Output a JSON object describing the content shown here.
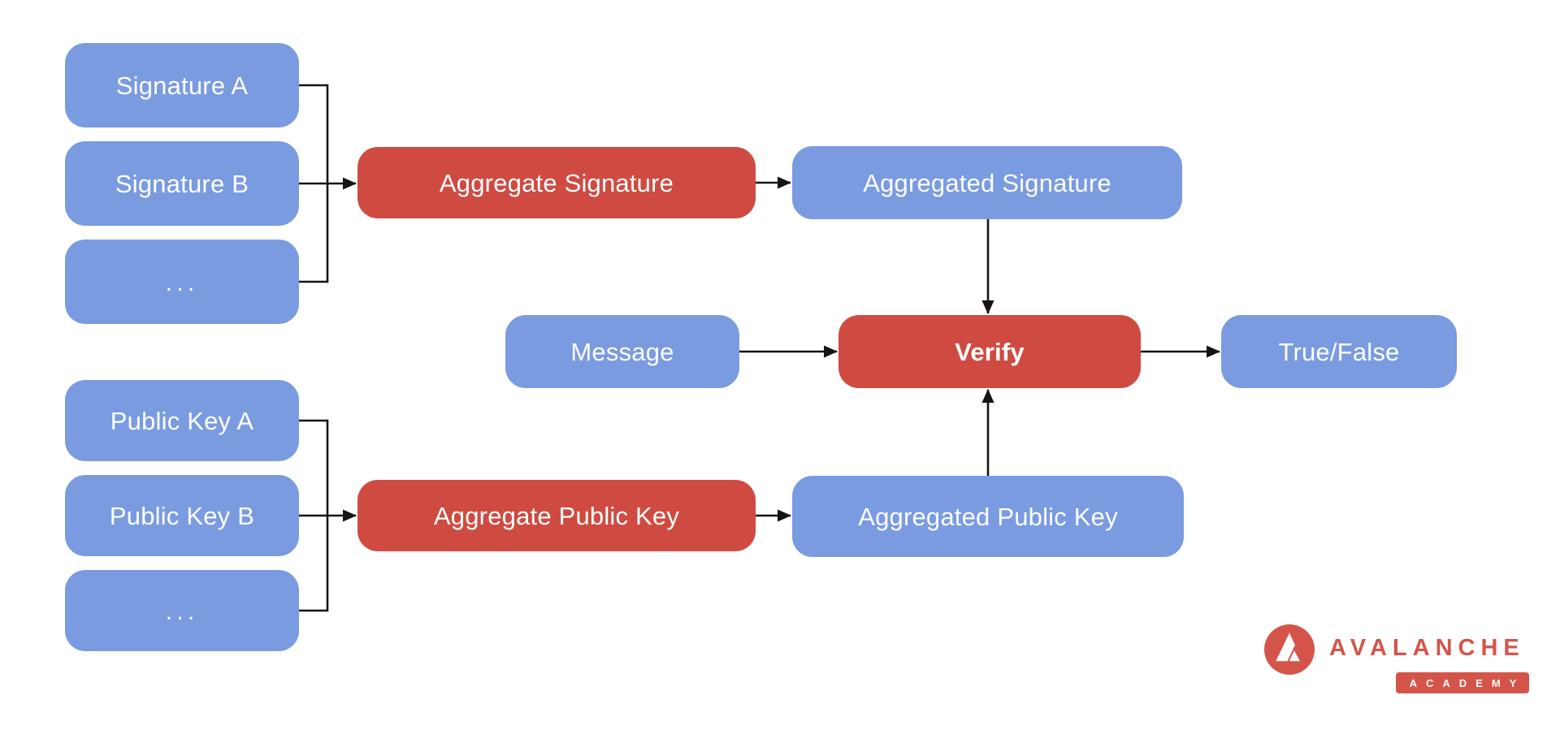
{
  "diagram": {
    "title_semantic": "BLS signature aggregation and verification flow",
    "colors": {
      "node_blue": "#7A9BE0",
      "node_red": "#CF4B42",
      "node_text": "#FFFFFF",
      "arrow": "#141414",
      "brand_red": "#D5544A",
      "canvas_bg": "#FFFFFF"
    },
    "nodes": {
      "signature_a": {
        "label": "Signature A",
        "color": "blue"
      },
      "signature_b": {
        "label": "Signature B",
        "color": "blue"
      },
      "signatures_more": {
        "label": "...",
        "color": "blue"
      },
      "aggregate_signature": {
        "label": "Aggregate Signature",
        "color": "red"
      },
      "aggregated_signature": {
        "label": "Aggregated Signature",
        "color": "blue"
      },
      "message": {
        "label": "Message",
        "color": "blue"
      },
      "verify": {
        "label": "Verify",
        "color": "red",
        "bold": true
      },
      "true_false": {
        "label": "True/False",
        "color": "blue"
      },
      "public_key_a": {
        "label": "Public Key A",
        "color": "blue"
      },
      "public_key_b": {
        "label": "Public Key B",
        "color": "blue"
      },
      "public_keys_more": {
        "label": "...",
        "color": "blue"
      },
      "aggregate_public_key": {
        "label": "Aggregate Public Key",
        "color": "red"
      },
      "aggregated_public_key": {
        "label": "Aggregated Public Key",
        "color": "blue"
      }
    },
    "edges": [
      "signatures -> aggregate_signature",
      "aggregate_signature -> aggregated_signature",
      "aggregated_signature -> verify",
      "message -> verify",
      "public_keys -> aggregate_public_key",
      "aggregate_public_key -> aggregated_public_key",
      "aggregated_public_key -> verify",
      "verify -> true_false"
    ]
  },
  "logo": {
    "brand": "AVALANCHE",
    "sub_brand": "ACADEMY"
  }
}
